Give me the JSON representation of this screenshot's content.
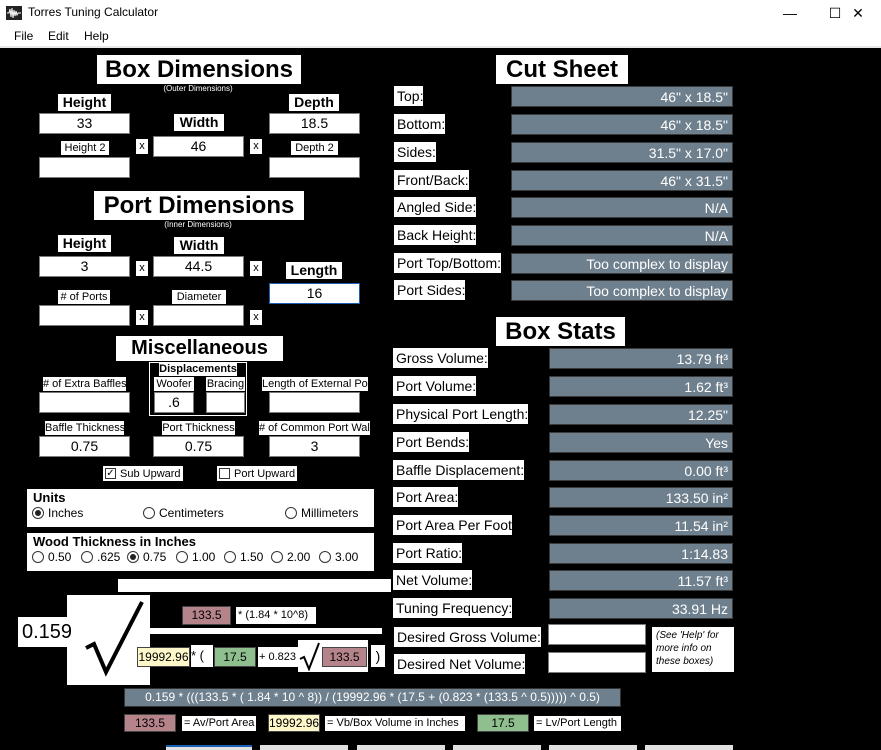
{
  "window": {
    "title": "Torres Tuning Calculator"
  },
  "menu": {
    "file": "File",
    "edit": "Edit",
    "help": "Help"
  },
  "box": {
    "title": "Box Dimensions",
    "subtitle": "(Outer Dimensions)",
    "height_label": "Height",
    "height_value": "33",
    "width_label": "Width",
    "width_value": "46",
    "depth_label": "Depth",
    "depth_value": "18.5",
    "height2_label": "Height 2",
    "height2_value": "",
    "depth2_label": "Depth 2",
    "depth2_value": "",
    "x": "x"
  },
  "port": {
    "title": "Port Dimensions",
    "subtitle": "(Inner Dimensions)",
    "height_label": "Height",
    "height_value": "3",
    "width_label": "Width",
    "width_value": "44.5",
    "length_label": "Length",
    "length_value": "16",
    "num_ports_label": "# of Ports",
    "num_ports_value": "",
    "diameter_label": "Diameter",
    "diameter_value": ""
  },
  "misc": {
    "title": "Miscellaneous",
    "extra_baffles_label": "# of Extra Baffles",
    "extra_baffles_value": "",
    "displacements_label": "Displacements",
    "woofer_label": "Woofer",
    "woofer_value": ".6",
    "bracing_label": "Bracing",
    "bracing_value": "",
    "ext_port_label": "Length of External Port",
    "ext_port_value": "",
    "baffle_thickness_label": "Baffle Thickness",
    "baffle_thickness_value": "0.75",
    "port_thickness_label": "Port Thickness",
    "port_thickness_value": "0.75",
    "common_walls_label": "# of Common Port Walls",
    "common_walls_value": "3",
    "sub_upward": "Sub Upward",
    "port_upward": "Port Upward",
    "check_mark": "✓"
  },
  "units": {
    "title": "Units",
    "inches": "Inches",
    "centimeters": "Centimeters",
    "millimeters": "Millimeters"
  },
  "wood": {
    "title": "Wood Thickness in Inches",
    "options": [
      "0.50",
      ".625",
      "0.75",
      "1.00",
      "1.50",
      "2.00",
      "3.00"
    ]
  },
  "formula": {
    "coef": "0.159",
    "av": "133.5",
    "exp": "* (1.84 * 10^8)",
    "vb": "19992.96",
    "star_paren": "* (",
    "lv": "17.5",
    "plus": "+ 0.823",
    "av2": "133.5",
    "close": ")",
    "full": "0.159 * (((133.5 * ( 1.84 * 10 ^ 8)) / (19992.96 * (17.5 + (0.823 * (133.5 ^ 0.5))))) ^ 0.5)",
    "legend_av_val": "133.5",
    "legend_av": "= Av/Port Area",
    "legend_vb_val": "19992.96",
    "legend_vb": "= Vb/Box Volume in Inches",
    "legend_lv_val": "17.5",
    "legend_lv": "= Lv/Port Length"
  },
  "cut": {
    "title": "Cut Sheet",
    "rows": [
      {
        "label": "Top:",
        "value": "46\" x 18.5\""
      },
      {
        "label": "Bottom:",
        "value": "46\" x 18.5\""
      },
      {
        "label": "Sides:",
        "value": "31.5\" x 17.0\""
      },
      {
        "label": "Front/Back:",
        "value": "46\" x 31.5\""
      },
      {
        "label": "Angled Side:",
        "value": "N/A"
      },
      {
        "label": "Back Height:",
        "value": "N/A"
      },
      {
        "label": "Port Top/Bottom:",
        "value": "Too complex to display"
      },
      {
        "label": "Port Sides:",
        "value": "Too complex to display"
      }
    ]
  },
  "stats": {
    "title": "Box Stats",
    "rows": [
      {
        "label": "Gross Volume:",
        "value": "13.79 ft³"
      },
      {
        "label": "Port Volume:",
        "value": "1.62 ft³"
      },
      {
        "label": "Physical Port Length:",
        "value": "12.25\""
      },
      {
        "label": "Port Bends:",
        "value": "Yes"
      },
      {
        "label": "Baffle Displacement:",
        "value": "0.00 ft³"
      },
      {
        "label": "Port Area:",
        "value": "133.50 in²"
      },
      {
        "label": "Port Area Per Foot",
        "value": "11.54 in²"
      },
      {
        "label": "Port Ratio:",
        "value": "1:14.83"
      },
      {
        "label": "Net Volume:",
        "value": "11.57 ft³"
      },
      {
        "label": "Tuning Frequency:",
        "value": "33.91 Hz"
      }
    ],
    "desired_gross_label": "Desired Gross Volume:",
    "desired_gross_value": "",
    "desired_net_label": "Desired Net Volume:",
    "desired_net_value": "",
    "help_note": "(See 'Help' for more info on these boxes)"
  }
}
